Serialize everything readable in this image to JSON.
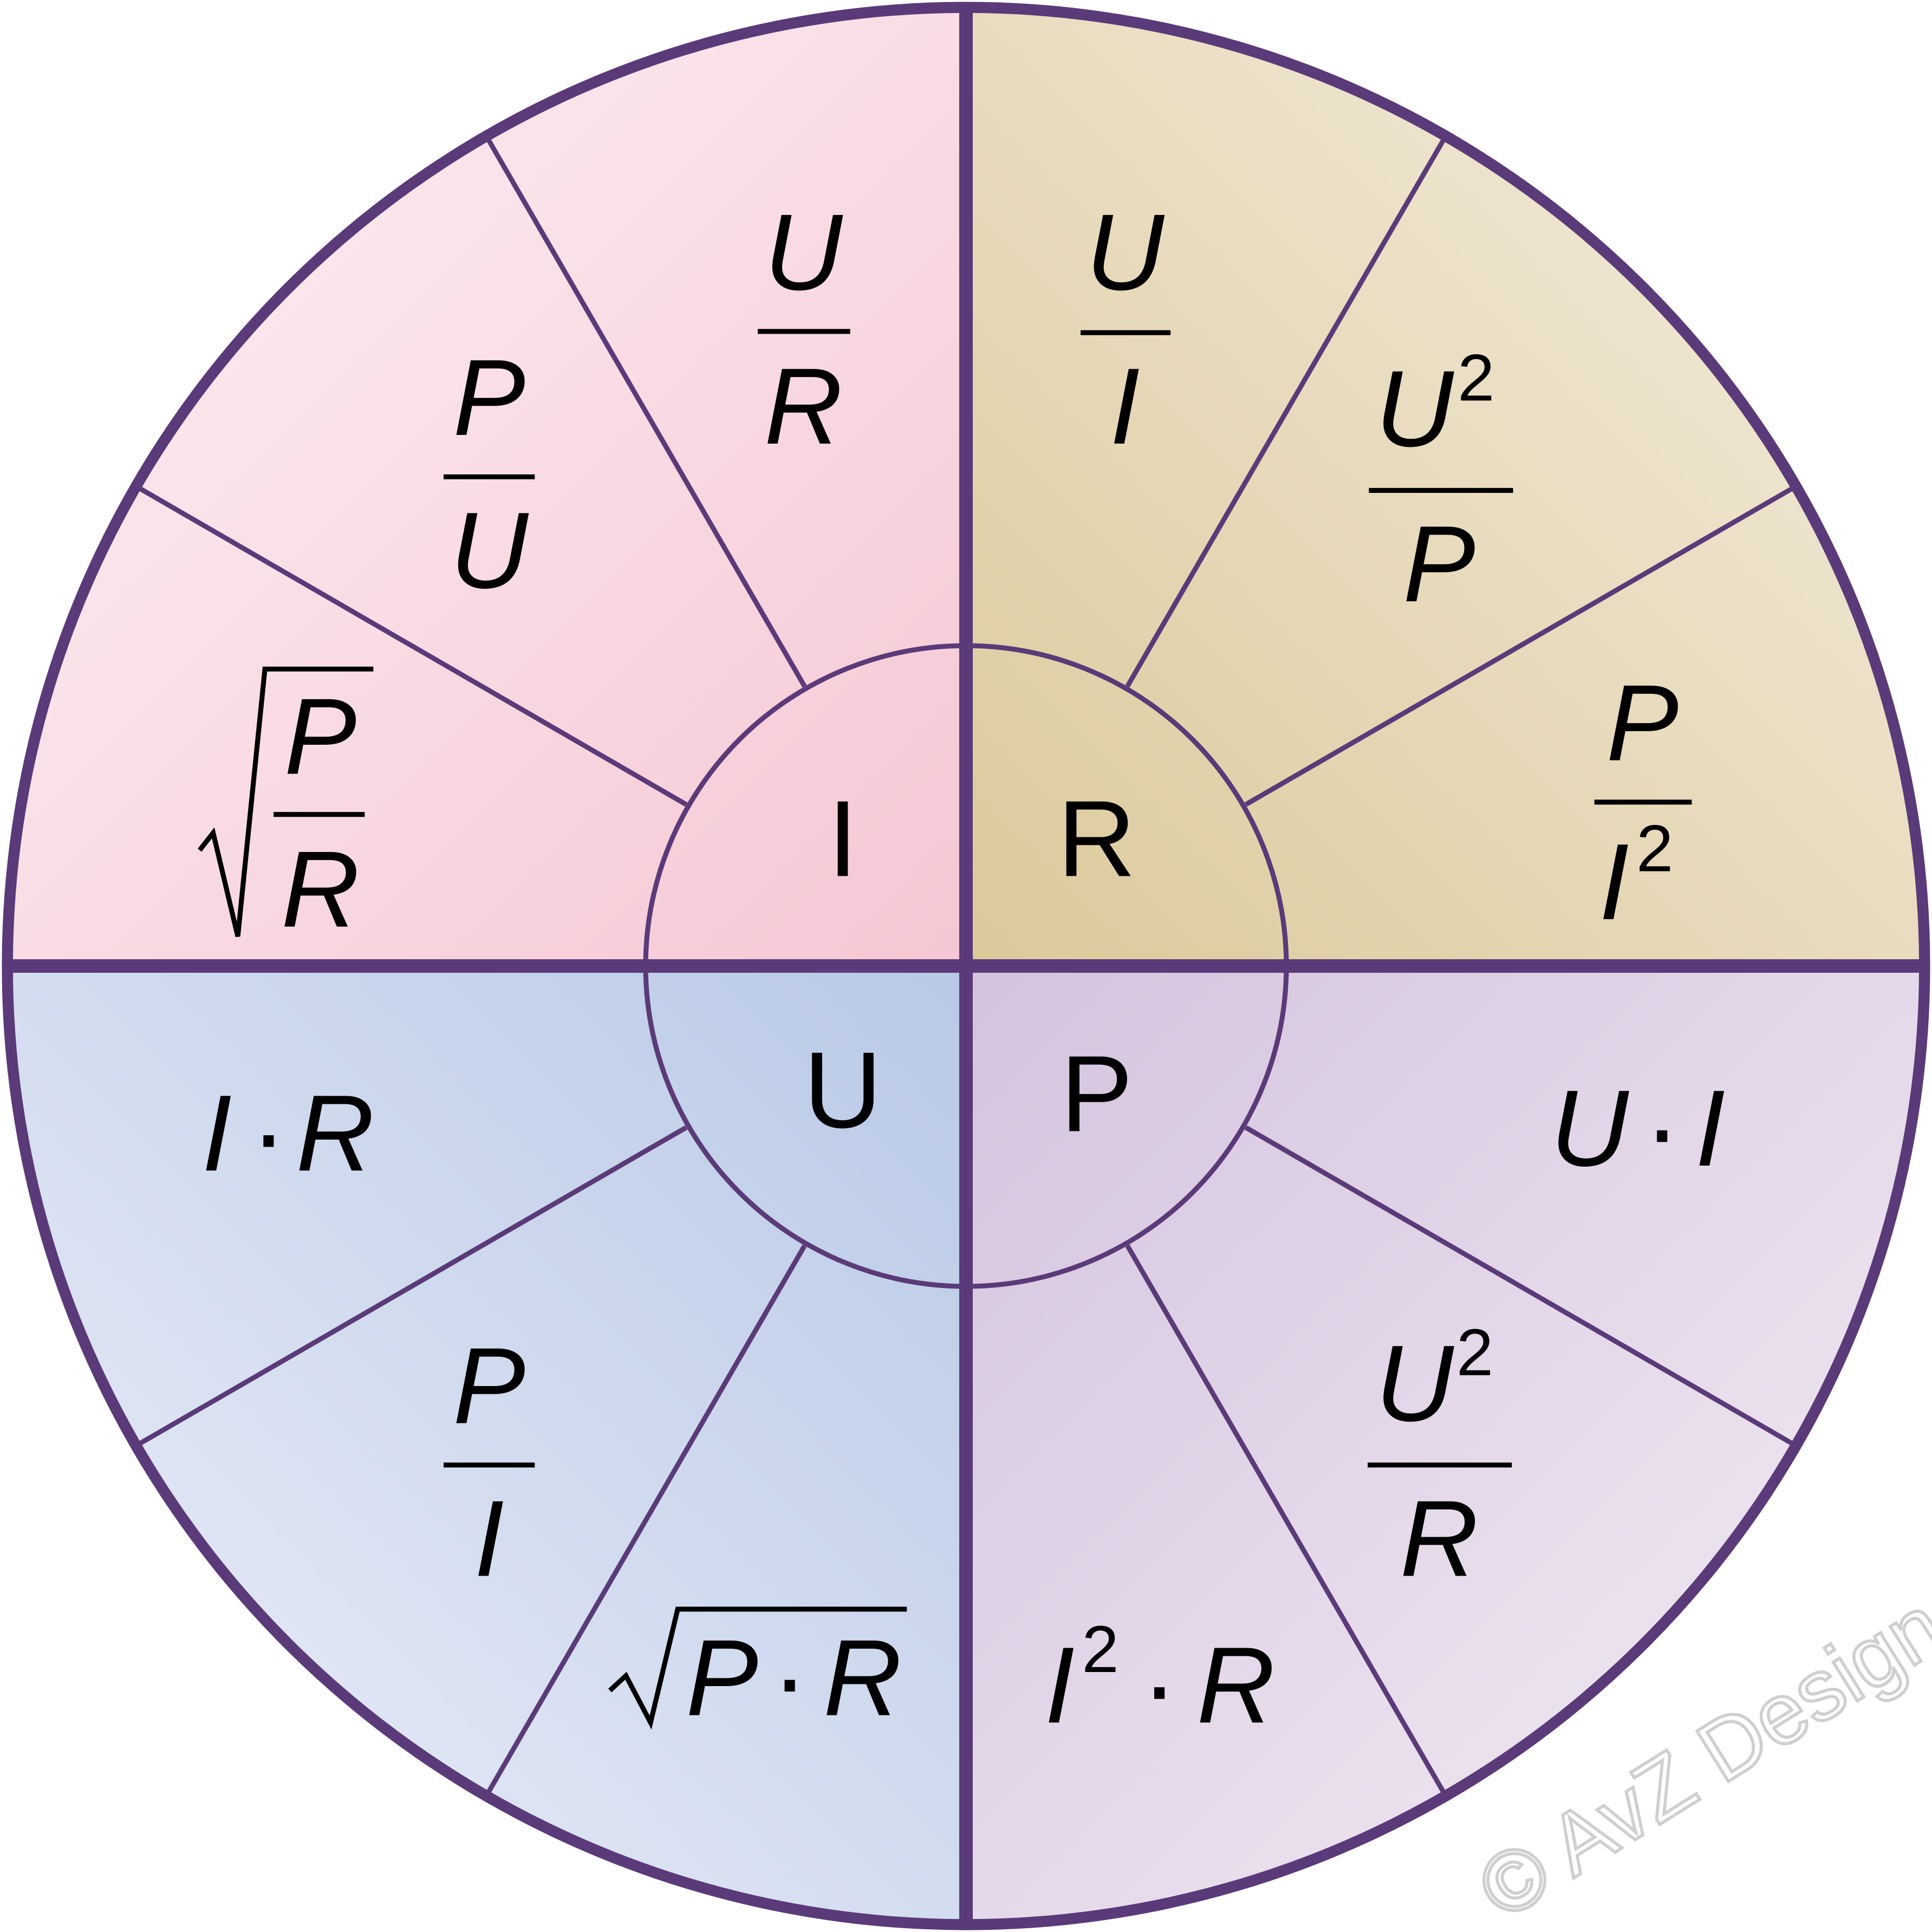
{
  "colors": {
    "outline": "#5a3a78",
    "current": "#f5c6d3",
    "resistance": "#dcc99a",
    "voltage": "#b8c8e6",
    "power": "#d4c3de"
  },
  "current": {
    "symbol": "I",
    "f1": {
      "num": "U",
      "den": "R"
    },
    "f2": {
      "num": "P",
      "den": "U"
    },
    "f3": {
      "num": "P",
      "den": "R"
    }
  },
  "resistance": {
    "symbol": "R",
    "f1": {
      "num": "U",
      "den": "I"
    },
    "f2": {
      "num": "U",
      "exp": "2",
      "den": "P"
    },
    "f3": {
      "num": "P",
      "den": "I",
      "exp": "2"
    }
  },
  "voltage": {
    "symbol": "U",
    "f1": {
      "a": "I",
      "dot": "·",
      "b": "R"
    },
    "f2": {
      "num": "P",
      "den": "I"
    },
    "f3": {
      "a": "P",
      "dot": "·",
      "b": "R"
    }
  },
  "power": {
    "symbol": "P",
    "f1": {
      "a": "U",
      "dot": "·",
      "b": "I"
    },
    "f2": {
      "num": "U",
      "exp": "2",
      "den": "R"
    },
    "f3": {
      "a": "I",
      "exp": "2",
      "dot": "·",
      "b": "R"
    }
  },
  "watermark": "© AvZ Design"
}
